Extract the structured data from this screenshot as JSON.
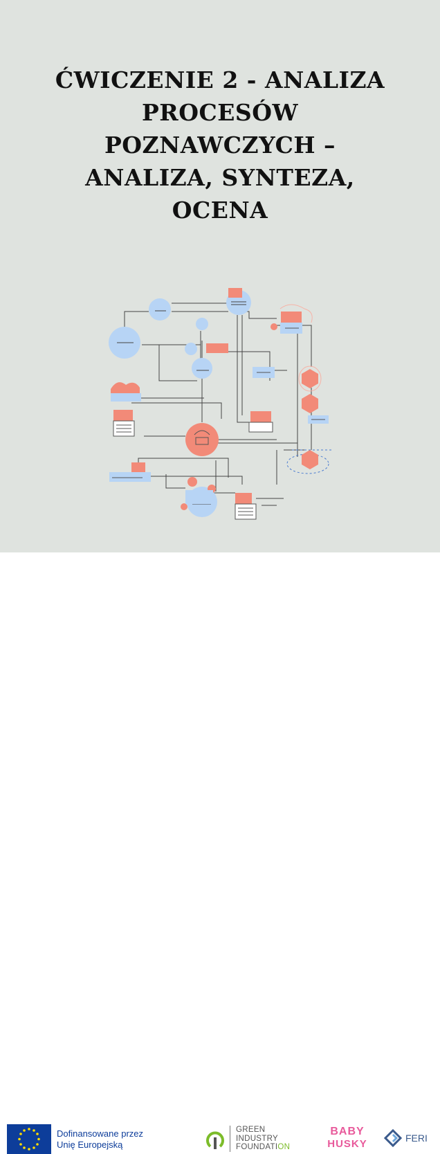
{
  "title_lines": [
    "ĆWICZENIE 2 - ANALIZA",
    "PROCESÓW",
    "POZNAWCZYCH –",
    "ANALIZA, SYNTEZA,",
    "OCENA"
  ],
  "colors": {
    "cover_bg": "#dfe3df",
    "title": "#111111",
    "node_blue": "#b7d4f5",
    "node_red": "#f28a78",
    "line": "#444444",
    "eu_blue": "#0d3d9a",
    "eu_star": "#ffdd00",
    "gif_green": "#7cbc2a",
    "baby_pink": "#e85a9b",
    "feri_blue": "#3a5a8c"
  },
  "diagram": {
    "icon": "flowchart-illustration"
  },
  "footer": {
    "eu": {
      "line1": "Dofinansowane przez",
      "line2": "Unię Europejską",
      "icon": "eu-flag-icon"
    },
    "gif": {
      "line1": "GREEN",
      "line2": "INDUSTRY",
      "line3_main": "FOUNDATI",
      "line3_accent": "ON",
      "icon": "gif-logo-icon"
    },
    "baby_husky": {
      "line1": "BABY",
      "line2": "HUSKY",
      "icon": "baby-husky-logo"
    },
    "feri": {
      "label": "FERI",
      "icon": "feri-logo-icon"
    }
  }
}
